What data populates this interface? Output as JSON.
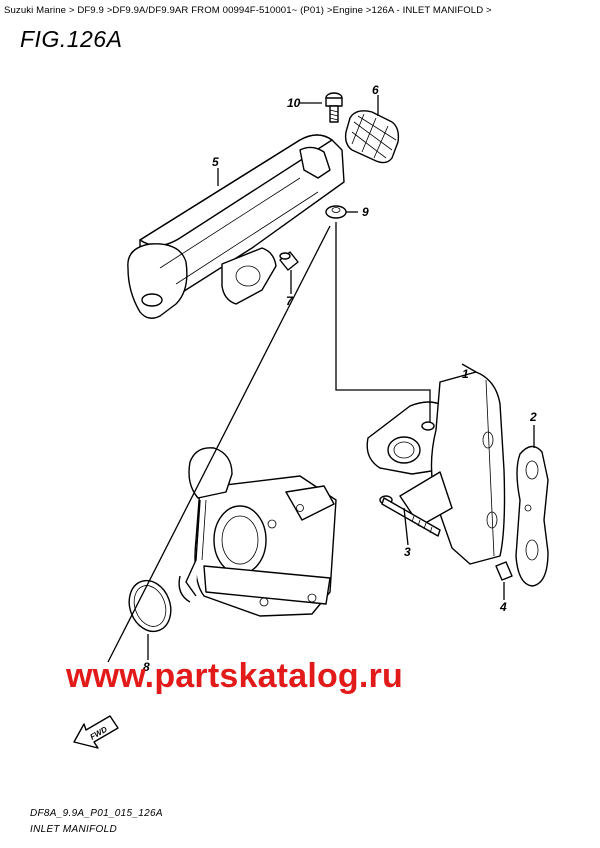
{
  "breadcrumb": "Suzuki Marine > DF9.9 >DF9.9A/DF9.9AR FROM 00994F-510001~ (P01) >Engine >126A - INLET MANIFOLD >",
  "figure_title": "FIG.126A",
  "callouts": {
    "p1": "1",
    "p2": "2",
    "p3": "3",
    "p4": "4",
    "p5": "5",
    "p6": "6",
    "p7": "7",
    "p8": "8",
    "p9": "9",
    "p10": "10"
  },
  "fwd_label": "FWD",
  "watermark": "www.partskatalog.ru",
  "footer": {
    "code": "DF8A_9.9A_P01_015_126A",
    "name": "INLET MANIFOLD"
  }
}
